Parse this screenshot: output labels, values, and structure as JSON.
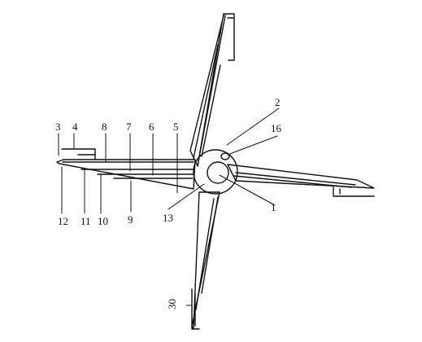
{
  "diagram": {
    "labels": {
      "l1": "1",
      "l2": "2",
      "l3": "3",
      "l4": "4",
      "l5": "5",
      "l6": "6",
      "l7": "7",
      "l8": "8",
      "l9": "9",
      "l10": "10",
      "l11": "11",
      "l12": "12",
      "l13": "13",
      "l16": "16",
      "l30": "30"
    }
  }
}
